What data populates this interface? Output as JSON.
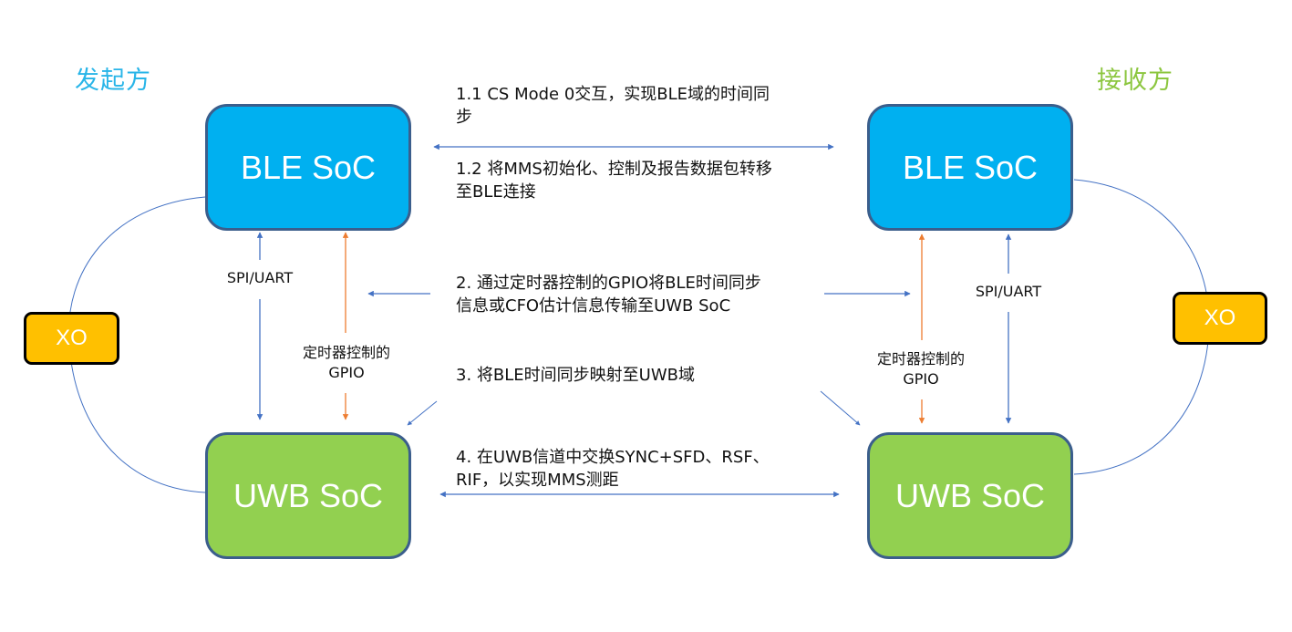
{
  "diagram": {
    "initiator_title": "发起方",
    "responder_title": "接收方",
    "colors": {
      "initiator_title": "#29b5e8",
      "responder_title": "#8cc63f",
      "ble_fill": "#00b0f0",
      "uwb_fill": "#92d050",
      "node_border": "#3b5e8c",
      "xo_fill": "#ffc000",
      "arrow_blue": "#4472c4",
      "arrow_orange": "#ed7d31"
    },
    "nodes": {
      "left_ble": "BLE SoC",
      "right_ble": "BLE SoC",
      "left_uwb": "UWB SoC",
      "right_uwb": "UWB SoC",
      "left_xo": "XO",
      "right_xo": "XO"
    },
    "links": {
      "spi_left": "SPI/UART",
      "spi_right": "SPI/UART",
      "gpio_left": "定时器控制的\nGPIO",
      "gpio_right": "定时器控制的\nGPIO"
    },
    "steps": {
      "step_1_1": "1.1 CS Mode 0交互，实现BLE域的时间同\n步",
      "step_1_2": "1.2 将MMS初始化、控制及报告数据包转移\n至BLE连接",
      "step_2": "2. 通过定时器控制的GPIO将BLE时间同步\n信息或CFO估计信息传输至UWB SoC",
      "step_3": "3. 将BLE时间同步映射至UWB域",
      "step_4": "4. 在UWB信道中交换SYNC+SFD、RSF、\nRIF，以实现MMS测距"
    }
  }
}
